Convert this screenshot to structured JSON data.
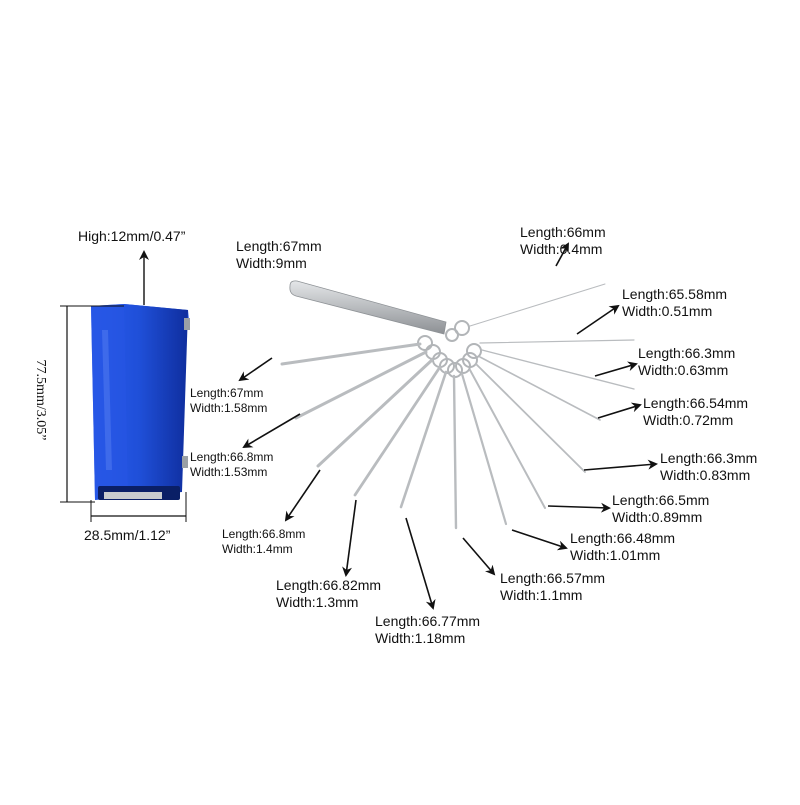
{
  "case_dimensions": {
    "height_label": "High:12mm/0.47”",
    "length_label": "77.5mm/3.05”",
    "width_label": "28.5mm/1.12”"
  },
  "blade": {
    "length": "Length:67mm",
    "width": "Width:9mm"
  },
  "needles": [
    {
      "id": "n1",
      "length": "Length:67mm",
      "width": "Width:1.58mm"
    },
    {
      "id": "n2",
      "length": "Length:66.8mm",
      "width": "Width:1.53mm"
    },
    {
      "id": "n3",
      "length": "Length:66.8mm",
      "width": "Width:1.4mm"
    },
    {
      "id": "n4",
      "length": "Length:66.82mm",
      "width": "Width:1.3mm"
    },
    {
      "id": "n5",
      "length": "Length:66.77mm",
      "width": "Width:1.18mm"
    },
    {
      "id": "n6",
      "length": "Length:66.57mm",
      "width": "Width:1.1mm"
    },
    {
      "id": "n7",
      "length": "Length:66.48mm",
      "width": "Width:1.01mm"
    },
    {
      "id": "n8",
      "length": "Length:66.5mm",
      "width": "Width:0.89mm"
    },
    {
      "id": "n9",
      "length": "Length:66.3mm",
      "width": "Width:0.83mm"
    },
    {
      "id": "n10",
      "length": "Length:66.54mm",
      "width": "Width:0.72mm"
    },
    {
      "id": "n11",
      "length": "Length:66.3mm",
      "width": "Width:0.63mm"
    },
    {
      "id": "n12",
      "length": "Length:65.58mm",
      "width": "Width:0.51mm"
    },
    {
      "id": "n13",
      "length": "Length:66mm",
      "width": "Width:0.4mm"
    }
  ],
  "colors": {
    "case_blue": "#1f4fd8",
    "case_blue_dark": "#0f2e9e",
    "steel": "#b9bcbf",
    "arrow": "#111111"
  },
  "icons": [
    "arrow-icon",
    "dimension-line-icon"
  ]
}
